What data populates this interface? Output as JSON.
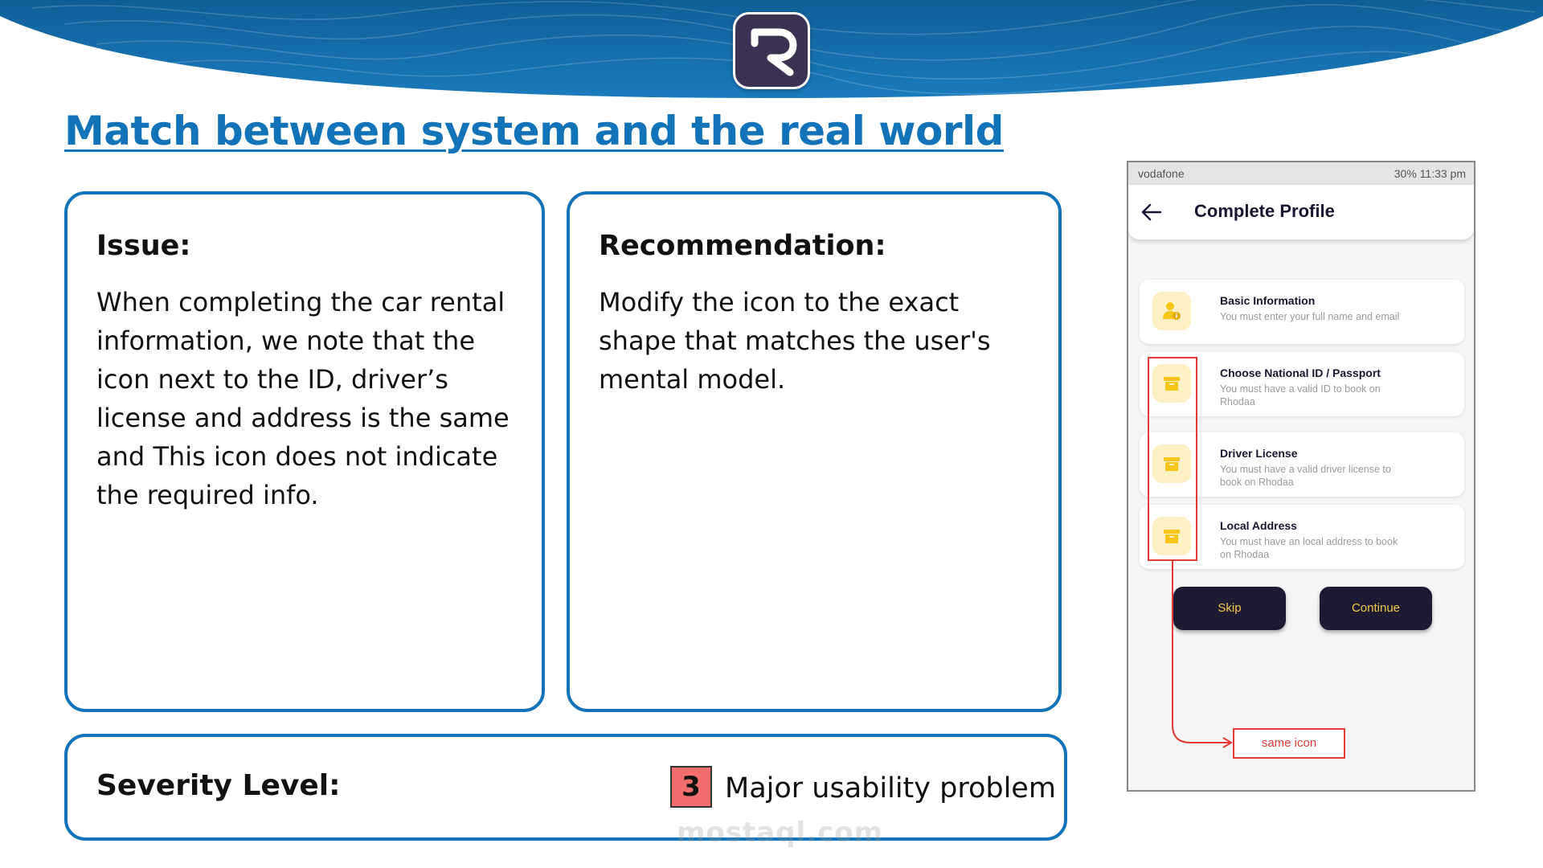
{
  "colors": {
    "accent": "#1273b8",
    "banner": "#1a6fa8",
    "logo_bg": "#3b3252",
    "severity_badge": "#f26d6d",
    "app_button": "#1f1a33",
    "app_button_text": "#f2c94c",
    "annotation_red": "#e53935",
    "item_icon_bg": "#fdf0c4",
    "item_icon": "#f5c518"
  },
  "slide": {
    "title": " Match between system and the real world",
    "logo_icon": "r-logo-icon"
  },
  "issue": {
    "heading": "Issue:",
    "body": "When completing the car rental information, we note that the icon next to the ID, driver’s license and address is the same and This icon does not indicate the required info."
  },
  "recommendation": {
    "heading": "Recommendation:",
    "body": "Modify the icon to the exact shape that matches the user's mental model."
  },
  "severity": {
    "label": "Severity Level:",
    "level": "3",
    "description": "Major usability problem"
  },
  "watermark": "mostaql.com",
  "phone": {
    "status_bar": {
      "carrier": "vodafone",
      "status": "30%   11:33 pm"
    },
    "header": {
      "back_icon": "arrow-left-icon",
      "title": "Complete Profile"
    },
    "items": [
      {
        "title": "Basic Information",
        "desc": "You must enter your full name and email",
        "icon": "user-info-icon"
      },
      {
        "title": "Choose National ID / Passport",
        "desc": "You must have a valid ID to book on Rhodaa",
        "icon": "box-icon"
      },
      {
        "title": "Driver License",
        "desc": "You must have a valid driver license to book on Rhodaa",
        "icon": "box-icon"
      },
      {
        "title": "Local Address",
        "desc": "You must have an local address to book on Rhodaa",
        "icon": "box-icon"
      }
    ],
    "buttons": {
      "skip": "Skip",
      "continue": "Continue"
    },
    "annotation": "same icon"
  }
}
